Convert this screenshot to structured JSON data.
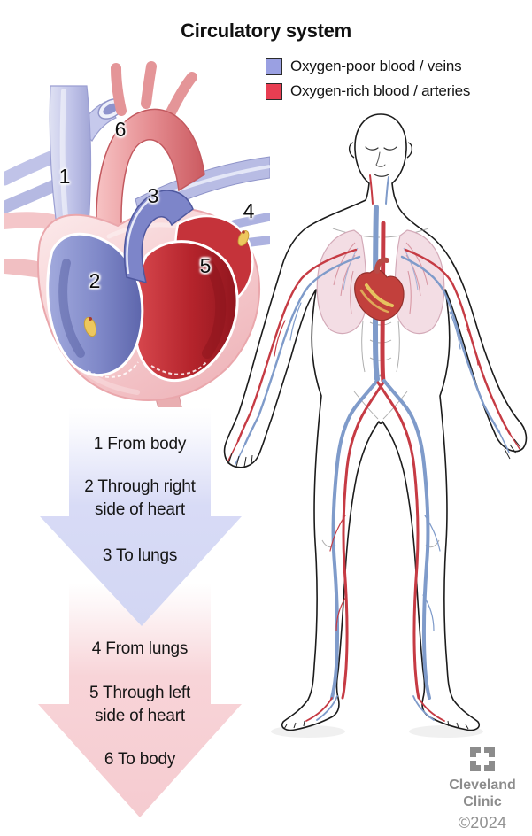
{
  "title": "Circulatory system",
  "legend": {
    "items": [
      {
        "label": "Oxygen-poor blood / veins",
        "color": "#9aa0e2"
      },
      {
        "label": "Oxygen-rich blood / arteries",
        "color": "#e83e52"
      }
    ]
  },
  "heart": {
    "labels": [
      "1",
      "2",
      "3",
      "4",
      "5",
      "6"
    ]
  },
  "flow": {
    "venous": {
      "color": "#d6d9f5",
      "steps": [
        "1 From body",
        "2 Through right\nside of heart",
        "3 To lungs"
      ]
    },
    "arterial": {
      "color": "#f8d0d4",
      "steps": [
        "4 From lungs",
        "5 Through left\nside of heart",
        "6 To body"
      ]
    }
  },
  "footer": {
    "brand_line1": "Cleveland",
    "brand_line2": "Clinic",
    "copyright": "©2024"
  }
}
